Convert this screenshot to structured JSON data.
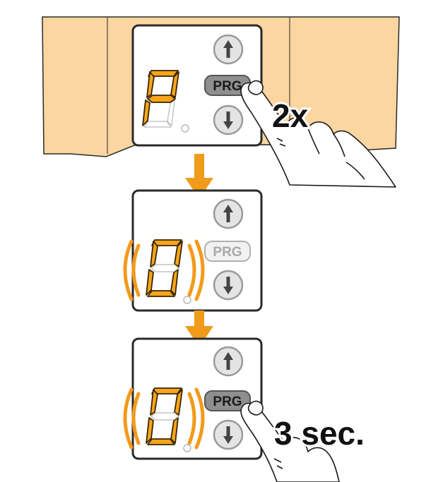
{
  "colors": {
    "housing": "#fbd6a0",
    "housing_stroke": "#2a2a2a",
    "segment_on": "#f7a51c",
    "segment_on_stroke": "#3a2600",
    "segment_off": "#ffffff",
    "segment_off_stroke": "#b9b9b9",
    "arrow": "#f19b1a",
    "button_fill": "#e4e4e4",
    "button_stroke": "#9a9a9a",
    "prg_active_fill": "#8f8f8f",
    "prg_inactive_fill": "#f2f2f2",
    "prg_inactive_text": "#a8a8a8",
    "blink": "#f39a1a"
  },
  "steps": [
    {
      "display_char": "P",
      "prg_label": "PRG",
      "prg_pressed": true,
      "blinking": false,
      "action_label": "2x",
      "icons": [
        "up-arrow-icon",
        "down-arrow-icon",
        "pointing-hand-icon"
      ]
    },
    {
      "display_char": "0",
      "prg_label": "PRG",
      "prg_pressed": false,
      "blinking": true,
      "action_label": "",
      "icons": [
        "up-arrow-icon",
        "down-arrow-icon"
      ]
    },
    {
      "display_char": "0",
      "prg_label": "PRG",
      "prg_pressed": true,
      "blinking": true,
      "action_label": "3 sec.",
      "icons": [
        "up-arrow-icon",
        "down-arrow-icon",
        "pointing-hand-icon"
      ]
    }
  ],
  "flow_arrows": [
    "down-arrow-icon",
    "down-arrow-icon"
  ]
}
